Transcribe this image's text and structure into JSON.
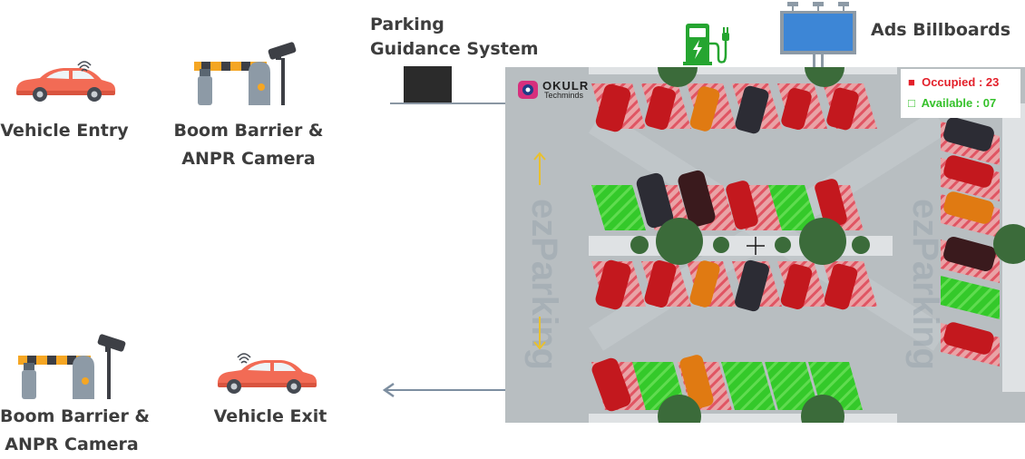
{
  "labels": {
    "vehicle_entry": "Vehicle Entry",
    "boom_top_1": "Boom Barrier &",
    "boom_bottom_1": "ANPR Camera",
    "boom_top_2": "Boom Barrier &",
    "boom_bottom_2": "ANPR Camera",
    "vehicle_exit": "Vehicle Exit",
    "pgs_line1": "Parking",
    "pgs_line2": "Guidance System",
    "ads": "Ads Billboards"
  },
  "legend": {
    "occupied_symbol": "■",
    "occupied": "Occupied : 23",
    "available_symbol": "□",
    "available": "Available : 07"
  },
  "logo": {
    "name": "OKULR",
    "sub": "Techminds"
  },
  "watermark": "ezParking",
  "colors": {
    "car": "#f26b55",
    "occupied": "#e3202a",
    "available": "#35c12b",
    "barrier_yellow": "#f5a623",
    "billboard": "#3d86d6",
    "charger": "#25a530"
  },
  "icons": [
    "car-icon",
    "wifi-icon",
    "boom-barrier-icon",
    "anpr-camera-icon",
    "ev-charger-icon",
    "billboard-icon",
    "tree-icon",
    "arrow-left-icon"
  ]
}
